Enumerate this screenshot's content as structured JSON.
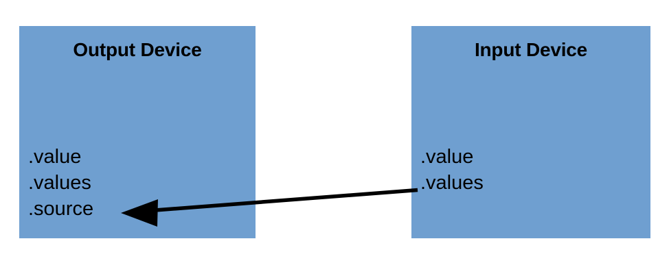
{
  "diagram": {
    "title_hidden": "",
    "background_color": "#ffffff",
    "box_fill_color": "#6f9fd0",
    "text_color": "#000000",
    "arrow_color": "#000000",
    "boxes": [
      {
        "id": "output-device",
        "title": "Output Device",
        "properties": [
          {
            "label": ".value"
          },
          {
            "label": ".values"
          },
          {
            "label": ".source"
          }
        ]
      },
      {
        "id": "input-device",
        "title": "Input Device",
        "properties": [
          {
            "label": ".value"
          },
          {
            "label": ".values"
          }
        ]
      }
    ],
    "connector": {
      "name": "values-to-source-arrow",
      "from": "input-device.values",
      "to": "output-device.source",
      "direction": "right-to-left"
    }
  }
}
